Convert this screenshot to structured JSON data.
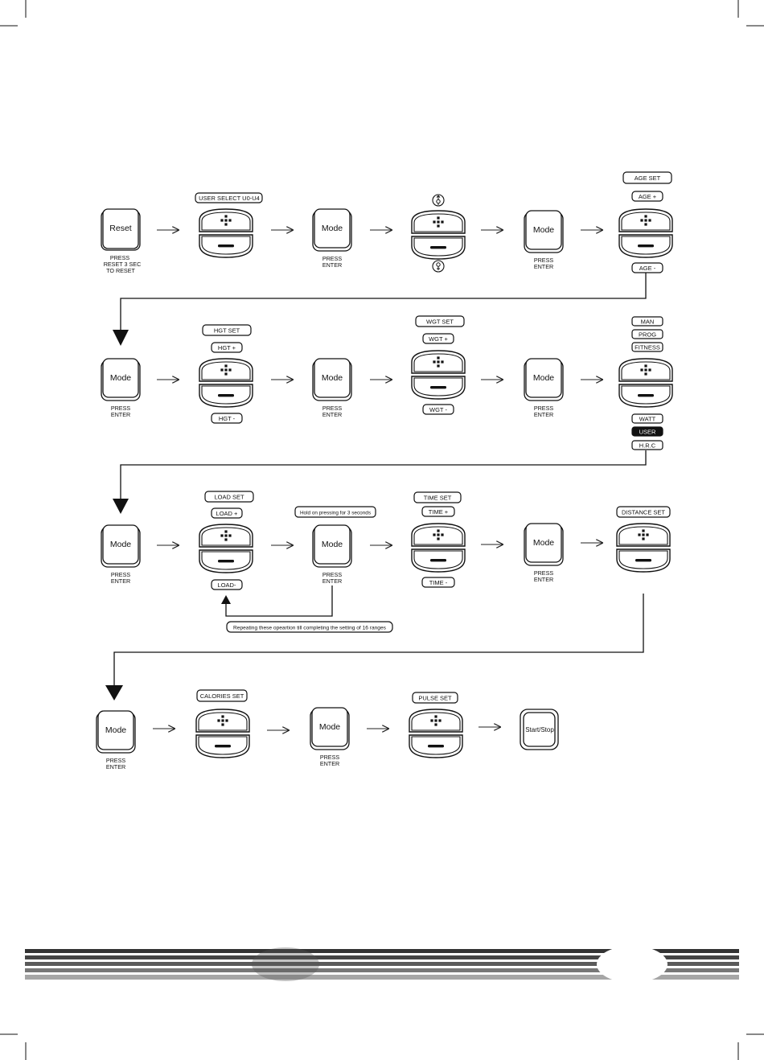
{
  "mode_label": "Mode",
  "press_enter": [
    "PRESS",
    "ENTER"
  ],
  "row1": {
    "reset_label": "Reset",
    "reset_caption": [
      "PRESS",
      "RESET 3 SEC",
      "TO RESET"
    ],
    "user_select": "USER SELECT U0-U4",
    "age_set": "AGE SET",
    "age_plus": "AGE +",
    "age_minus": "AGE -"
  },
  "row2": {
    "hgt_set": "HGT SET",
    "hgt_plus": "HGT +",
    "hgt_minus": "HGT -",
    "wgt_set": "WGT SET",
    "wgt_plus": "WGT +",
    "wgt_minus": "WGT -",
    "programs_up": [
      "MAN",
      "PROG",
      "FITNESS"
    ],
    "programs_down": [
      "WATT",
      "USER",
      "H.R.C"
    ],
    "highlighted_program": "USER"
  },
  "row3": {
    "load_set": "LOAD SET",
    "load_plus": "LOAD +",
    "load_minus": "LOAD-",
    "hold_note": "Hold on pressing for 3 seconds",
    "repeat_note": "Repeating these opeartion till completing the setting of 16 ranges",
    "time_set": "TIME SET",
    "time_plus": "TIME +",
    "time_minus": "TIME -",
    "distance_set": "DISTANCE SET"
  },
  "row4": {
    "calories_set": "CALORIES SET",
    "pulse_set": "PULSE SET",
    "start_stop": "Start/Stop"
  },
  "colors": {
    "ink": "#111111",
    "stripe_dark": "#3a3a3a",
    "stripe_mid": "#6e6e6e",
    "stripe_light": "#a8a8a8"
  }
}
